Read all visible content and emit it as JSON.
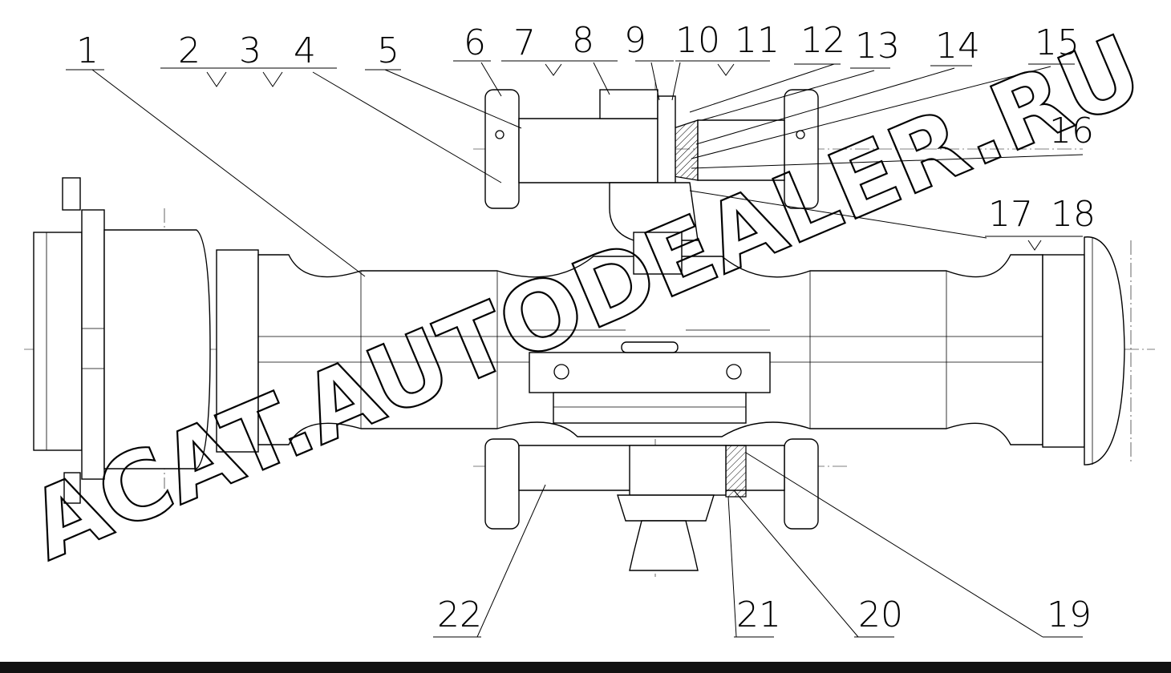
{
  "callouts": [
    "1",
    "2",
    "3",
    "4",
    "5",
    "6",
    "7",
    "8",
    "9",
    "10",
    "11",
    "12",
    "13",
    "14",
    "15",
    "16",
    "17",
    "18",
    "19",
    "20",
    "21",
    "22"
  ],
  "watermark": "ACAT.AUTODEALER.RU"
}
